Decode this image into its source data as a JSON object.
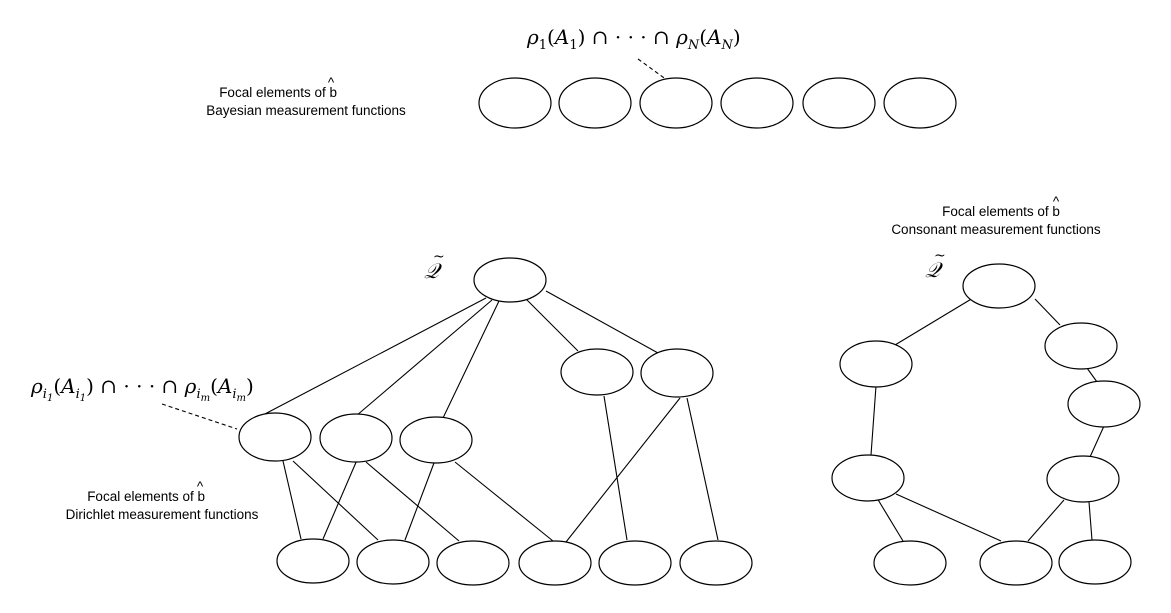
{
  "top": {
    "label_line1": "Focal elements of b",
    "label_hat": "^",
    "label_line2": "Bayesian measurement functions",
    "formula": "ρ1(A1) ∩ ··· ∩ ρN(AN)"
  },
  "left": {
    "label_line1": "Focal elements of b",
    "label_hat": "^",
    "label_line2": "Dirichlet measurement functions",
    "formula": "ρi1(Ai1) ∩ ··· ∩ ρim(Aim)",
    "top_symbol": "Q̃"
  },
  "right": {
    "label_line1": "Focal elements of b",
    "label_hat": "^",
    "label_line2": "Consonant measurement functions",
    "top_symbol": "Q̃"
  }
}
